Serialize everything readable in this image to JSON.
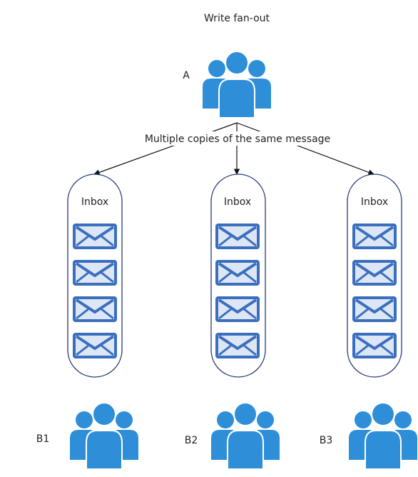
{
  "title": "Write fan-out",
  "sender": {
    "label": "A"
  },
  "edge_label": "Multiple copies of the same message",
  "inboxes": [
    {
      "label": "Inbox",
      "messages": 4
    },
    {
      "label": "Inbox",
      "messages": 4
    },
    {
      "label": "Inbox",
      "messages": 4
    }
  ],
  "receivers": [
    {
      "label": "B1"
    },
    {
      "label": "B2"
    },
    {
      "label": "B3"
    }
  ],
  "icons": {
    "group": "user-group-icon",
    "mail": "envelope-icon"
  },
  "colors": {
    "person_blue": "#2e8fd8",
    "envelope_blue": "#3a6fbf",
    "envelope_light": "#dde6f5",
    "capsule_stroke": "#2a3a7a",
    "arrow": "#111111"
  }
}
